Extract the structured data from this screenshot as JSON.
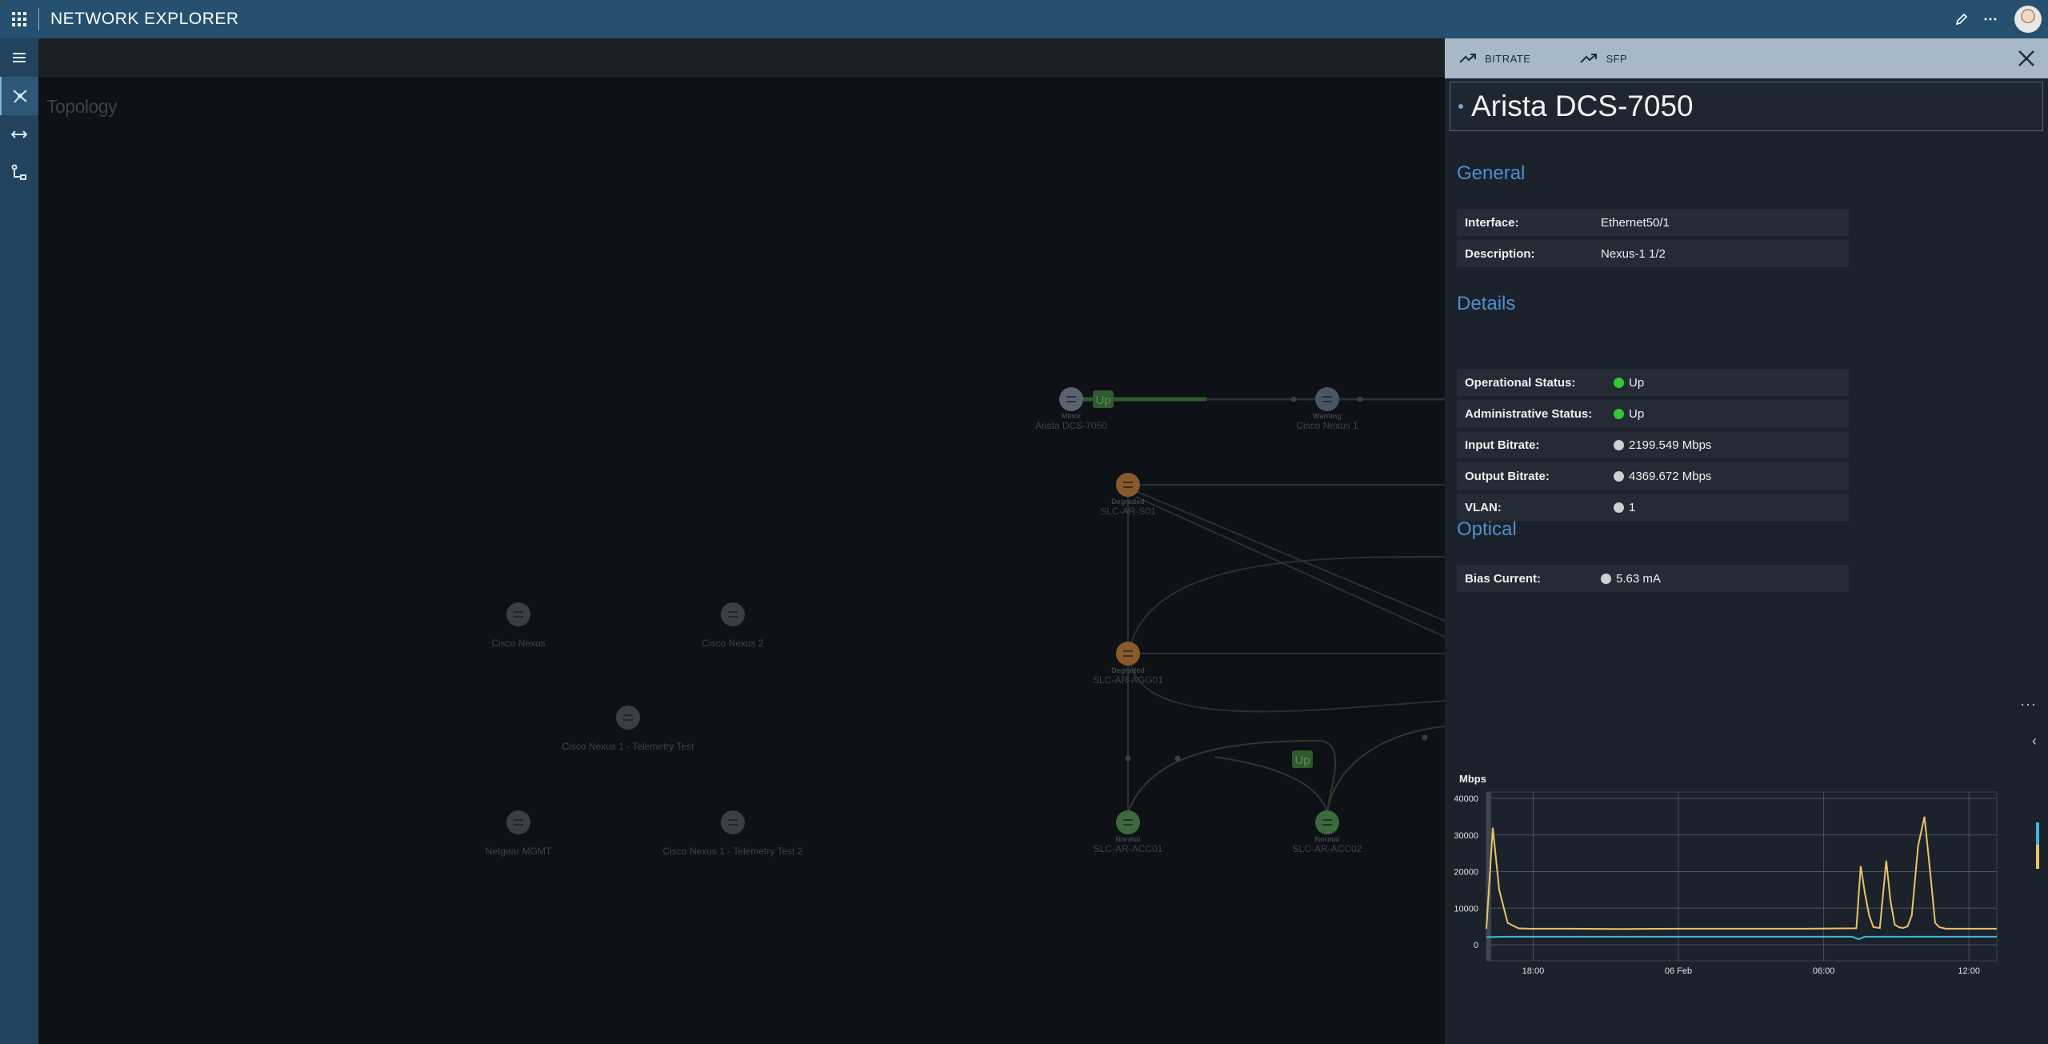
{
  "header": {
    "title": "NETWORK EXPLORER"
  },
  "page": {
    "title": "Topology"
  },
  "topology": {
    "nodes": [
      {
        "label": "Arista DCS-7050",
        "status": "Minor",
        "color": "#5a6470"
      },
      {
        "label": "Cisco Nexus 1",
        "status": "Warning",
        "color": "#4a5568"
      },
      {
        "label": "SLC-AR-S01",
        "status": "Degraded",
        "color": "#8a5a2a"
      },
      {
        "label": "SLC-AR-AGG01",
        "status": "Degraded",
        "color": "#8a5a2a"
      },
      {
        "label": "SLC-AR-ACC01",
        "status": "Normal",
        "color": "#3c6a3c"
      },
      {
        "label": "SLC-AR-ACC02",
        "status": "Normal",
        "color": "#3c6a3c"
      },
      {
        "label": "Cisco Nexus",
        "status": "",
        "color": "#3a3f46"
      },
      {
        "label": "Cisco Nexus 2",
        "status": "",
        "color": "#3a3f46"
      },
      {
        "label": "Cisco Nexus 1 - Telemetry Test",
        "status": "",
        "color": "#3a3f46"
      },
      {
        "label": "Netgear MGMT",
        "status": "",
        "color": "#3a3f46"
      },
      {
        "label": "Cisco Nexus 1 - Telemetry Test 2",
        "status": "",
        "color": "#3a3f46"
      }
    ],
    "link_badges": [
      "Up",
      "Up"
    ]
  },
  "panel": {
    "tabs": [
      "BITRATE",
      "SFP"
    ],
    "device": "Arista DCS-7050",
    "general": {
      "title": "General",
      "rows": [
        {
          "label": "Interface:",
          "value": "Ethernet50/1"
        },
        {
          "label": "Description:",
          "value": "Nexus-1 1/2"
        }
      ]
    },
    "details": {
      "title": "Details",
      "rows": [
        {
          "label": "Operational Status:",
          "value": "Up",
          "color": "#34c934"
        },
        {
          "label": "Administrative Status:",
          "value": "Up",
          "color": "#34c934"
        },
        {
          "label": "Input Bitrate:",
          "value": "2199.549 Mbps",
          "color": "#d0d0d0"
        },
        {
          "label": "Output Bitrate:",
          "value": "4369.672 Mbps",
          "color": "#d0d0d0"
        },
        {
          "label": "VLAN:",
          "value": "1",
          "color": "#d0d0d0"
        }
      ]
    },
    "optical": {
      "title": "Optical",
      "rows": [
        {
          "label": "Bias Current:",
          "value": "5.63 mA",
          "color": "#d0d0d0"
        }
      ]
    },
    "more_label": "···",
    "collapse_label": "‹"
  },
  "colors": {
    "accent": "#4f90cf",
    "topbar": "#25506f",
    "output_series": "#e8c46a",
    "input_series": "#3fb8d8"
  },
  "chart_data": {
    "type": "line",
    "ylabel": "Mbps",
    "ylim": [
      0,
      40000
    ],
    "yticks": [
      "40000",
      "30000",
      "20000",
      "10000",
      "0"
    ],
    "xticks": [
      "18:00",
      "06 Feb",
      "06:00",
      "12:00"
    ],
    "series": [
      {
        "color": "#e8c46a",
        "x": [
          0,
          0.3,
          0.6,
          1.0,
          1.5,
          2,
          3,
          4,
          6,
          9,
          12,
          15,
          17.4,
          17.6,
          17.8,
          18.0,
          18.2,
          18.5,
          18.8,
          19.0,
          19.2,
          19.4,
          19.6,
          19.8,
          20.0,
          20.3,
          20.6,
          20.9,
          21.1,
          21.3,
          21.6,
          21.9,
          22.2,
          22.5,
          23,
          24
        ],
        "y": [
          4400,
          32000,
          15000,
          6000,
          4500,
          4400,
          4400,
          4400,
          4300,
          4400,
          4400,
          4400,
          4500,
          21500,
          14000,
          8000,
          4800,
          4600,
          23000,
          12000,
          5500,
          4800,
          4600,
          5000,
          8000,
          27000,
          35000,
          18000,
          6000,
          4800,
          4400,
          4400,
          4400,
          4400,
          4400,
          4400
        ]
      },
      {
        "color": "#3fb8d8",
        "x": [
          0,
          1,
          4,
          8,
          12,
          17.2,
          17.5,
          17.8,
          20,
          24
        ],
        "y": [
          2100,
          2200,
          2200,
          2200,
          2200,
          2200,
          1500,
          2200,
          2200,
          2200
        ]
      }
    ]
  }
}
